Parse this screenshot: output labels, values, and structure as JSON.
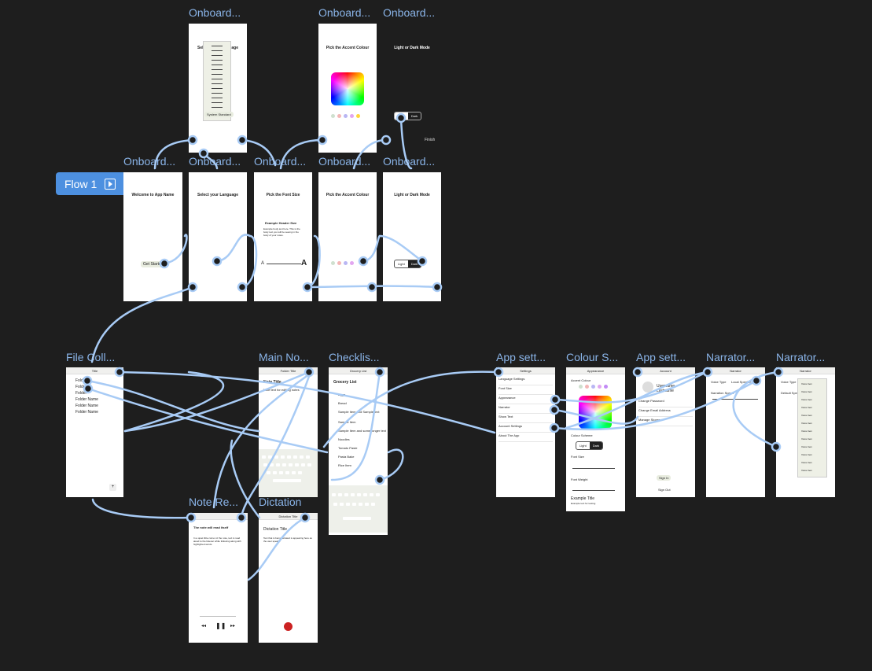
{
  "flow": {
    "label": "Flow 1",
    "icon": "play-frame-icon"
  },
  "labels": {
    "ob_top_language": "Onboard...",
    "ob_top_accent": "Onboard...",
    "ob_top_mode": "Onboard...",
    "ob_welcome": "Onboard...",
    "ob_language": "Onboard...",
    "ob_fontsize": "Onboard...",
    "ob_accent": "Onboard...",
    "ob_mode": "Onboard...",
    "file_collection": "File Coll...",
    "main_note": "Main No...",
    "checklist": "Checklis...",
    "app_settings": "App sett...",
    "colour_settings": "Colour S...",
    "account_settings": "App sett...",
    "narrator": "Narrator...",
    "narrator_voice": "Narrator...",
    "note_reader": "Note Re...",
    "dictation": "Dictation"
  },
  "screens": {
    "top_language": {
      "title": "Select your Language",
      "lang_btn": "System Standard"
    },
    "top_accent": {
      "title": "Pick the Accent Colour"
    },
    "top_mode": {
      "title": "Light or Dark Mode",
      "light": "Light",
      "dark": "Dark",
      "finish": "Finish"
    },
    "welcome": {
      "title": "Welcome to App Name",
      "button": "Get Started"
    },
    "language": {
      "title": "Select your Language"
    },
    "fontsize": {
      "title": "Pick the Font Size",
      "example_title": "Example Header Size",
      "example_body": "Example body text here. This is the body text you will be seeing in the body of your notes.",
      "small": "A",
      "large": "A"
    },
    "accent": {
      "title": "Pick the Accent Colour"
    },
    "mode": {
      "title": "Light or Dark Mode",
      "light": "Light",
      "dark": "Dark"
    },
    "file_collection": {
      "title": "Title",
      "items": [
        "Folder",
        "Folder",
        "Folder",
        "Folder Name",
        "Folder Name",
        "Folder Name"
      ]
    },
    "main_note": {
      "title": "Folder Title",
      "heading": "Note Title",
      "body": "Note text for editing notes"
    },
    "checklist": {
      "title": "Grocery List",
      "heading": "Grocery List",
      "items": [
        "Eggs",
        "Bread",
        "Sample Item and Sample text",
        "Sample Item",
        "Sample Item and some longer text",
        "Noodles",
        "Tomato Paste",
        "Pasta Bake",
        "Rice Item"
      ]
    },
    "app_settings": {
      "title": "Settings",
      "items": [
        "Language Settings",
        "Font Size",
        "Appearance",
        "Narrator",
        "Show Text",
        "Account Settings",
        "About The App"
      ]
    },
    "colour_settings": {
      "title": "Appearance",
      "accent": "Accent Colour",
      "mode": "Colour Scheme",
      "light": "Light",
      "dark": "Dark",
      "font_size": "Font Size",
      "font_weight": "Font Weight",
      "example_title": "Example Title",
      "example_body": "Example text for testing"
    },
    "account": {
      "title": "Account",
      "name": "Username Lastname",
      "items": [
        "Change Password",
        "Change Email Address",
        "Manage Storage"
      ],
      "sign_in": "Sign In",
      "sign_out": "Sign Out"
    },
    "narrator": {
      "title": "Narrator",
      "voice": "Voice Type",
      "voice_value": "Local Speaker Voice",
      "speed": "Narration Speed"
    },
    "narrator_voice": {
      "title": "Narrator",
      "voice": "Voice Type",
      "speed": "Default Speed",
      "items": [
        "Voice Item",
        "Voice Item",
        "Voice Item",
        "Voice Item",
        "Voice Item",
        "Voice Item",
        "Voice Item",
        "Voice Item",
        "Voice Item",
        "Voice Item",
        "Voice Item",
        "Voice Item"
      ]
    },
    "note_reader": {
      "heading": "The note will read itself",
      "body": "In a quiet little corner of the note, text is read aloud to the listener while following along with highlighted words."
    },
    "dictation": {
      "title": "Dictation Title",
      "heading": "Dictation Title",
      "body": "Text that is being dictated is appearing here as the user speaks."
    }
  },
  "colors": {
    "canvas": "#1e1e1e",
    "link": "#a8cbf5",
    "label": "#8ab4e8",
    "badge": "#4d90e0",
    "record": "#cc2222"
  }
}
